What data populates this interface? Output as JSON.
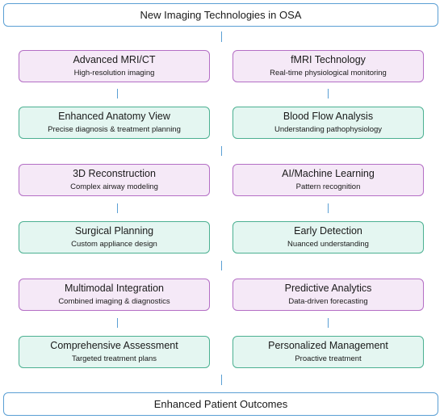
{
  "top_label": "New Imaging Technologies in OSA",
  "bottom_label": "Enhanced Patient Outcomes",
  "rows": [
    {
      "left": {
        "title": "Advanced MRI/CT",
        "sub": "High-resolution imaging"
      },
      "right": {
        "title": "fMRI Technology",
        "sub": "Real-time physiological monitoring"
      }
    },
    {
      "left": {
        "title": "Enhanced Anatomy View",
        "sub": "Precise diagnosis & treatment planning"
      },
      "right": {
        "title": "Blood Flow Analysis",
        "sub": "Understanding pathophysiology"
      }
    },
    {
      "left": {
        "title": "3D Reconstruction",
        "sub": "Complex airway modeling"
      },
      "right": {
        "title": "AI/Machine Learning",
        "sub": "Pattern recognition"
      }
    },
    {
      "left": {
        "title": "Surgical Planning",
        "sub": "Custom appliance design"
      },
      "right": {
        "title": "Early Detection",
        "sub": "Nuanced understanding"
      }
    },
    {
      "left": {
        "title": "Multimodal Integration",
        "sub": "Combined imaging & diagnostics"
      },
      "right": {
        "title": "Predictive Analytics",
        "sub": "Data-driven forecasting"
      }
    },
    {
      "left": {
        "title": "Comprehensive Assessment",
        "sub": "Targeted treatment plans"
      },
      "right": {
        "title": "Personalized Management",
        "sub": "Proactive treatment"
      }
    }
  ],
  "colors": {
    "connector": "#5a9fd4",
    "purple_fill": "#f5e9f7",
    "purple_border": "#b46ec5",
    "green_fill": "#e4f6f1",
    "green_border": "#4bb091"
  }
}
